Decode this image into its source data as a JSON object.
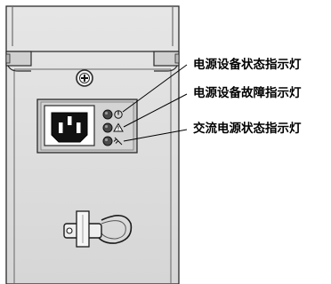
{
  "callouts": [
    {
      "label": "电源设备状态指示灯",
      "indicator": "power-status-symbol"
    },
    {
      "label": "电源设备故障指示灯",
      "indicator": "fault-warning-symbol"
    },
    {
      "label": "交流电源状态指示灯",
      "indicator": "ac-plug-symbol"
    }
  ]
}
